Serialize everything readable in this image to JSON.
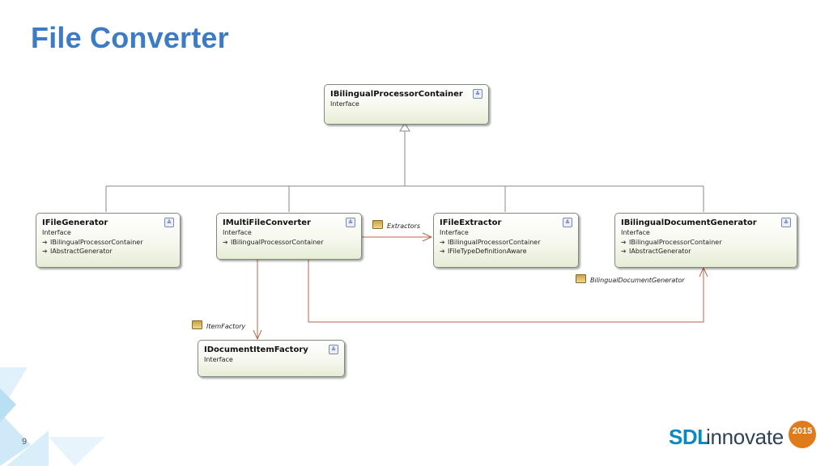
{
  "slide": {
    "title": "File Converter",
    "page_number": "9",
    "logo": {
      "brand": "SDL",
      "word": "innovate",
      "year": "2015"
    },
    "colors": {
      "title": "#3d7cc4",
      "association": "#b5674a",
      "inheritance": "#8a8a8a",
      "logo_blue": "#0a8bbf",
      "logo_orange": "#e07b1c"
    }
  },
  "diagram": {
    "classes": [
      {
        "name": "IBilingualProcessorContainer",
        "type": "Interface",
        "inherits": []
      },
      {
        "name": "IFileGenerator",
        "type": "Interface",
        "inherits": [
          "IBilingualProcessorContainer",
          "IAbstractGenerator"
        ]
      },
      {
        "name": "IMultiFileConverter",
        "type": "Interface",
        "inherits": [
          "IBilingualProcessorContainer"
        ]
      },
      {
        "name": "IFileExtractor",
        "type": "Interface",
        "inherits": [
          "IBilingualProcessorContainer",
          "IFileTypeDefinitionAware"
        ]
      },
      {
        "name": "IBilingualDocumentGenerator",
        "type": "Interface",
        "inherits": [
          "IBilingualProcessorContainer",
          "IAbstractGenerator"
        ]
      },
      {
        "name": "IDocumentItemFactory",
        "type": "Interface",
        "inherits": []
      }
    ],
    "associations": [
      {
        "label": "Extractors",
        "from": "IMultiFileConverter",
        "to": "IFileExtractor"
      },
      {
        "label": "BilingualDocumentGenerator",
        "from": "IMultiFileConverter",
        "to": "IBilingualDocumentGenerator"
      },
      {
        "label": "ItemFactory",
        "from": "IMultiFileConverter",
        "to": "IDocumentItemFactory"
      }
    ],
    "collapse_glyph": "≚",
    "inherit_glyph": "➔"
  }
}
